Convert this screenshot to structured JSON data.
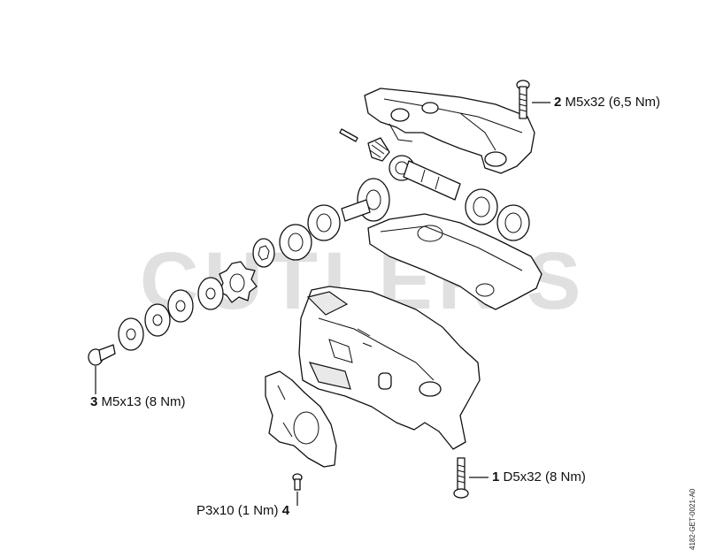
{
  "watermark": "CUTLER'S",
  "doc_reference": "4182-GET-0021-A0",
  "callouts": [
    {
      "number": "1",
      "spec": "D5x32 (8 Nm)"
    },
    {
      "number": "2",
      "spec": "M5x32 (6,5 Nm)"
    },
    {
      "number": "3",
      "spec": "M5x13 (8 Nm)"
    },
    {
      "number": "4",
      "spec": "P3x10 (1 Nm)"
    }
  ]
}
